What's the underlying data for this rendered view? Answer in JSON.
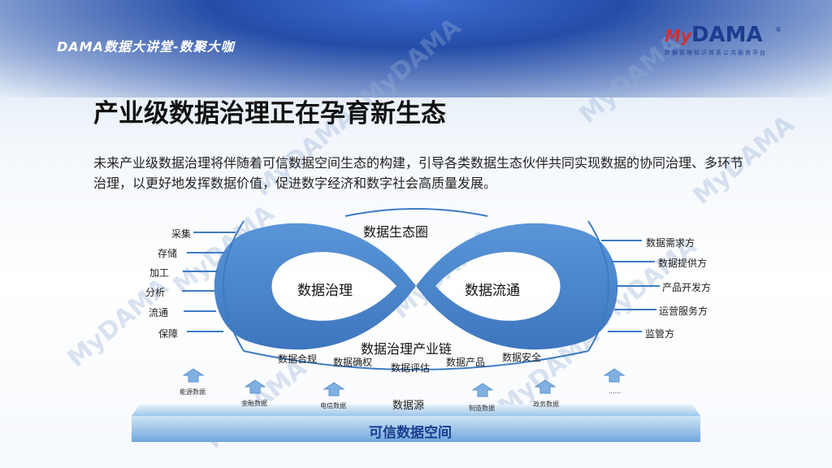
{
  "header": {
    "title": "DAMA数据大讲堂-数聚大咖"
  },
  "logo": {
    "my": "My",
    "dama": "DAMA",
    "reg": "®",
    "subtitle": "数据管理知识体系公共服务平台"
  },
  "watermark": "MyDAMA",
  "page_title": "产业级数据治理正在孕育新生态",
  "description": "未来产业级数据治理将伴随着可信数据空间生态的构建，引导各类数据生态伙伴共同实现数据的协同治理、多环节治理，以更好地发挥数据价值，促进数字经济和数字社会高质量发展。",
  "diagram": {
    "top_label": "数据生态圈",
    "left_loop": "数据治理",
    "right_loop": "数据流通",
    "chain_label": "数据治理产业链",
    "left_items": [
      "采集",
      "存储",
      "加工",
      "分析",
      "流通",
      "保障"
    ],
    "right_items": [
      "数据需求方",
      "数据提供方",
      "产品开发方",
      "运营服务方",
      "监管方"
    ],
    "chain_items": [
      "数据合规",
      "数据确权",
      "数据评估",
      "数据产品",
      "数据安全"
    ],
    "sources_label": "数据源",
    "sources": [
      "能源数据",
      "金融数据",
      "电信数据",
      "制造数据",
      "政务数据",
      "......"
    ],
    "space_label": "可信数据空间",
    "colors": {
      "loop": "#4a86cf",
      "loop_dark": "#3a72bb",
      "bar": "#7fb2e2",
      "arrow": "#6b9fd6",
      "line": "#3d7bc4"
    }
  }
}
